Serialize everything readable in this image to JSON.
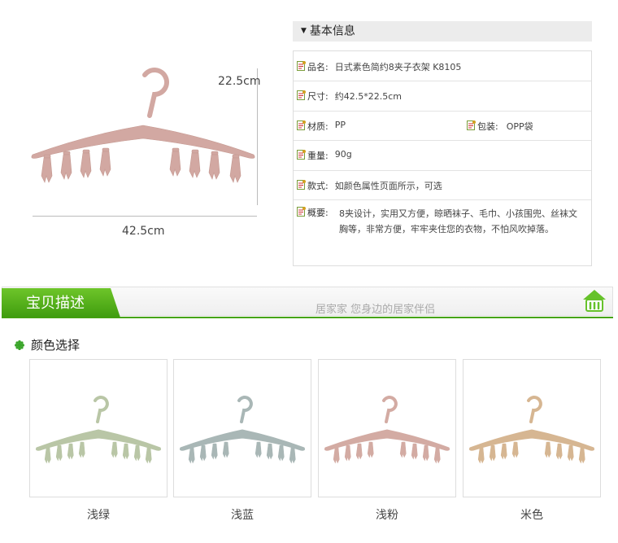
{
  "product": {
    "dim_height": "22.5cm",
    "dim_width": "42.5cm",
    "main_color": "#d2a8a2"
  },
  "info": {
    "header": "基本信息",
    "rows": [
      {
        "label": "品名:",
        "value": "日式素色简约8夹子衣架 K8105"
      },
      {
        "label": "尺寸:",
        "value": "约42.5*22.5cm"
      },
      {
        "label": "材质:",
        "value": "PP",
        "label2": "包装:",
        "value2": "OPP袋"
      },
      {
        "label": "重量:",
        "value": "90g"
      },
      {
        "label": "款式:",
        "value": "如颜色属性页面所示，可选"
      },
      {
        "label": "概要:",
        "value": "8夹设计，实用又方便，晾晒袜子、毛巾、小孩围兜、丝袜文胸等，非常方便，牢牢夹住您的衣物，不怕风吹掉落。"
      }
    ]
  },
  "banner": {
    "title": "宝贝描述",
    "slogan": "居家家 您身边的居家伴侣",
    "accent": "#46a40f"
  },
  "colors": {
    "header": "颜色选择",
    "options": [
      {
        "name": "浅绿",
        "color": "#b9c6a6"
      },
      {
        "name": "浅蓝",
        "color": "#a9b7b6"
      },
      {
        "name": "浅粉",
        "color": "#d3aba3"
      },
      {
        "name": "米色",
        "color": "#d6b692"
      }
    ]
  }
}
